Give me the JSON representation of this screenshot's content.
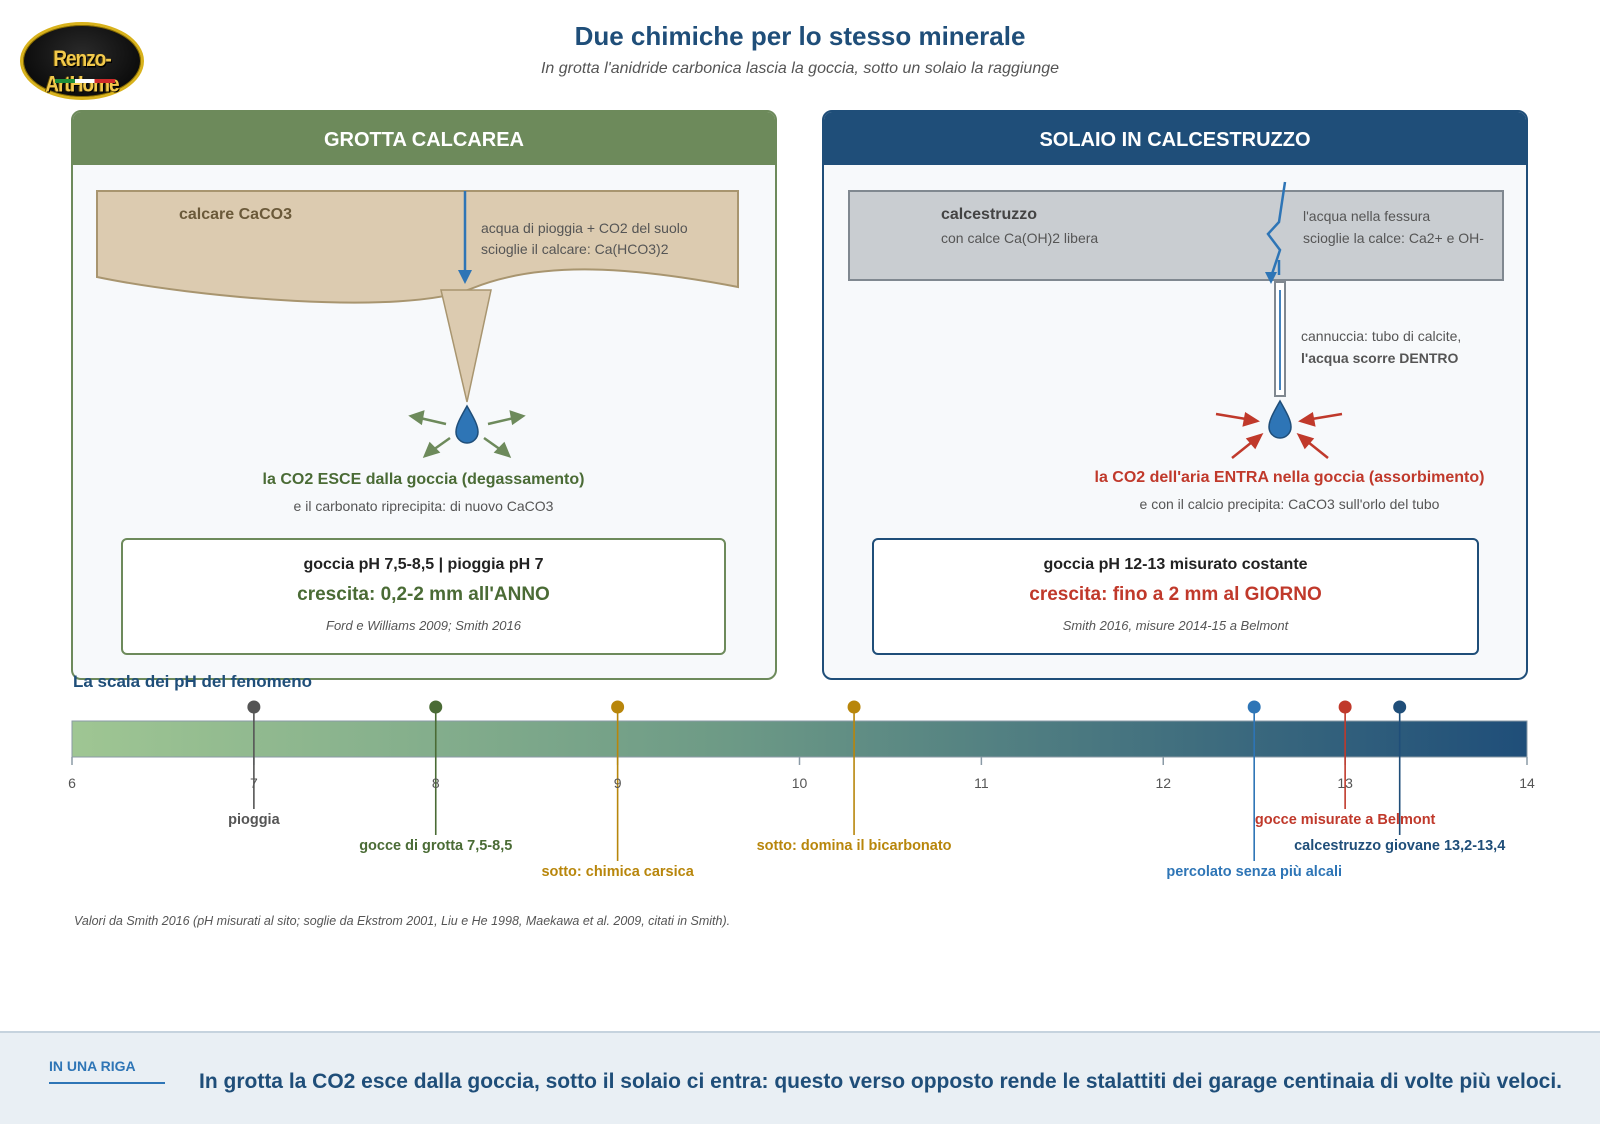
{
  "logo": {
    "text": "Renzo-ArtHome"
  },
  "header": {
    "title": "Due chimiche per lo stesso minerale",
    "subtitle": "In grotta l'anidride carbonica lascia la goccia, sotto un solaio la raggiunge"
  },
  "cave": {
    "heading": "GROTTA CALCAREA",
    "rock_label": "calcare CaCO3",
    "rain_line1": "acqua di pioggia + CO2 del suolo",
    "rain_line2": "scioglie il calcare: Ca(HCO3)2",
    "co2_line": "la CO2 ESCE dalla goccia (degassamento)",
    "co2_sub": "e il carbonato riprecipita: di nuovo CaCO3",
    "ph": "goccia pH 7,5-8,5 | pioggia pH 7",
    "growth": "crescita: 0,2-2 mm all'ANNO",
    "source": "Ford e Williams 2009; Smith 2016"
  },
  "concrete": {
    "heading": "SOLAIO IN CALCESTRUZZO",
    "rock_label": "calcestruzzo",
    "rock_sub": "con calce Ca(OH)2 libera",
    "crack_line1": "l'acqua nella fessura",
    "crack_line2": "scioglie la calce: Ca2+ e OH-",
    "straw_line1": "cannuccia: tubo di calcite,",
    "straw_line2": "l'acqua scorre DENTRO",
    "co2_line": "la CO2 dell'aria ENTRA nella goccia (assorbimento)",
    "co2_sub": "e con il calcio precipita: CaCO3 sull'orlo del tubo",
    "ph": "goccia pH 12-13 misurato costante",
    "growth": "crescita: fino a 2 mm al GIORNO",
    "source": "Smith 2016, misure 2014-15 a Belmont"
  },
  "colors": {
    "green": "#6d8a5b",
    "green_dark": "#4a6b35",
    "blue": "#1f4e79",
    "red": "#c0392b",
    "drop": "#2e75b6",
    "gold": "#b8860b"
  },
  "scale": {
    "title": "La scala dei pH del fenomeno",
    "min": 6,
    "max": 14,
    "ticks": [
      6,
      7,
      8,
      9,
      10,
      11,
      12,
      13,
      14
    ],
    "markers": [
      {
        "ph": 7,
        "label": "pioggia",
        "color": "#555555"
      },
      {
        "ph": 8,
        "label": "gocce di grotta 7,5-8,5",
        "color": "#4a6b35"
      },
      {
        "ph": 9,
        "label": "sotto: chimica carsica",
        "color": "#b8860b"
      },
      {
        "ph": 10.3,
        "label": "sotto: domina il bicarbonato",
        "color": "#b8860b"
      },
      {
        "ph": 12.5,
        "label": "percolato senza più alcali",
        "color": "#2e75b6"
      },
      {
        "ph": 13,
        "label": "gocce misurate a Belmont",
        "color": "#c0392b"
      },
      {
        "ph": 13.3,
        "label": "calcestruzzo giovane 13,2-13,4",
        "color": "#1f4e79"
      }
    ],
    "note": "Valori da Smith 2016 (pH misurati al sito; soglie da Ekstrom 2001, Liu e He 1998, Maekawa et al. 2009, citati in Smith)."
  },
  "summary": {
    "label": "IN UNA RIGA",
    "text": "In grotta la CO2 esce dalla goccia, sotto il solaio ci entra: questo verso opposto rende le stalattiti dei garage centinaia di volte più veloci."
  }
}
